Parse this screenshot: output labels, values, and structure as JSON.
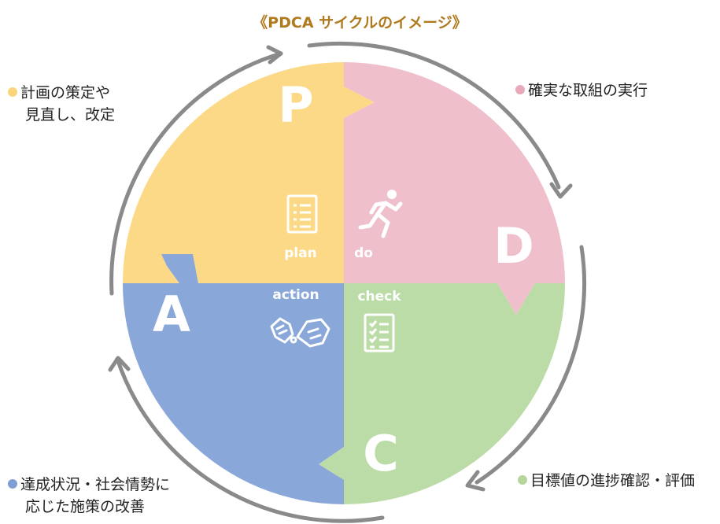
{
  "title": "《PDCA サイクルのイメージ》",
  "notes": {
    "plan": {
      "line1": "計画の策定や",
      "line2": "見直し、改定",
      "color": "#f9d67a"
    },
    "do": {
      "line1": "確実な取組の実行",
      "color": "#e8aabb"
    },
    "check": {
      "line1": "目標値の進捗確認・評価",
      "color": "#b5d59a"
    },
    "action": {
      "line1": "達成状況・社会情勢に",
      "line2": "応じた施策の改善",
      "color": "#7f9fd4"
    }
  },
  "quadrants": {
    "plan": {
      "letter": "P",
      "label": "plan",
      "color": "#fcd986",
      "icon": "checklist-icon"
    },
    "do": {
      "letter": "D",
      "label": "do",
      "color": "#efbfcb",
      "icon": "running-person-icon"
    },
    "check": {
      "letter": "C",
      "label": "check",
      "color": "#bcdca7",
      "icon": "checklist-icon"
    },
    "action": {
      "letter": "A",
      "label": "action",
      "color": "#8aa7da",
      "icon": "handshake-icon"
    }
  },
  "arrow_color": "#8a8a8a"
}
